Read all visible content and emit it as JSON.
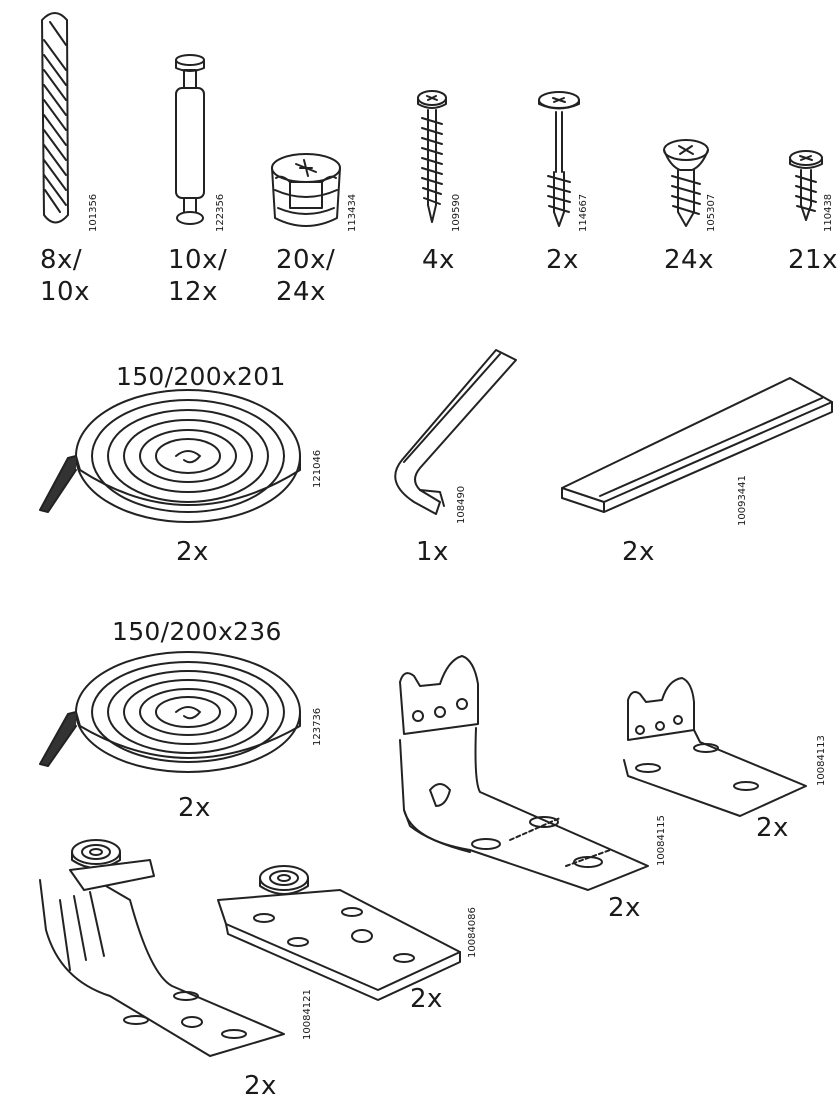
{
  "parts": [
    {
      "id": "dowel",
      "code": "101356",
      "qty": [
        "8x/",
        "10x"
      ]
    },
    {
      "id": "connector-bolt",
      "code": "122356",
      "qty": [
        "10x/",
        "12x"
      ]
    },
    {
      "id": "cam-lock",
      "code": "113434",
      "qty": [
        "20x/",
        "24x"
      ]
    },
    {
      "id": "long-screw",
      "code": "109590",
      "qty": [
        "4x"
      ]
    },
    {
      "id": "washer-screw",
      "code": "114667",
      "qty": [
        "2x"
      ]
    },
    {
      "id": "flat-head-screw",
      "code": "105307",
      "qty": [
        "24x"
      ]
    },
    {
      "id": "pan-head-screw",
      "code": "110438",
      "qty": [
        "21x"
      ]
    },
    {
      "id": "brush-strip-201",
      "code": "121046",
      "qty": [
        "2x"
      ],
      "dimension": "150/200x201"
    },
    {
      "id": "allen-key",
      "code": "108490",
      "qty": [
        "1x"
      ]
    },
    {
      "id": "flat-strip",
      "code": "10093441",
      "qty": [
        "2x"
      ]
    },
    {
      "id": "brush-strip-236",
      "code": "123736",
      "qty": [
        "2x"
      ],
      "dimension": "150/200x236"
    },
    {
      "id": "large-bracket",
      "code": "10084115",
      "qty": [
        "2x"
      ]
    },
    {
      "id": "small-bracket",
      "code": "10084113",
      "qty": [
        "2x"
      ]
    },
    {
      "id": "roller-bracket-tall",
      "code": "10084121",
      "qty": [
        "2x"
      ]
    },
    {
      "id": "roller-plate",
      "code": "10084086",
      "qty": [
        "2x"
      ]
    }
  ]
}
